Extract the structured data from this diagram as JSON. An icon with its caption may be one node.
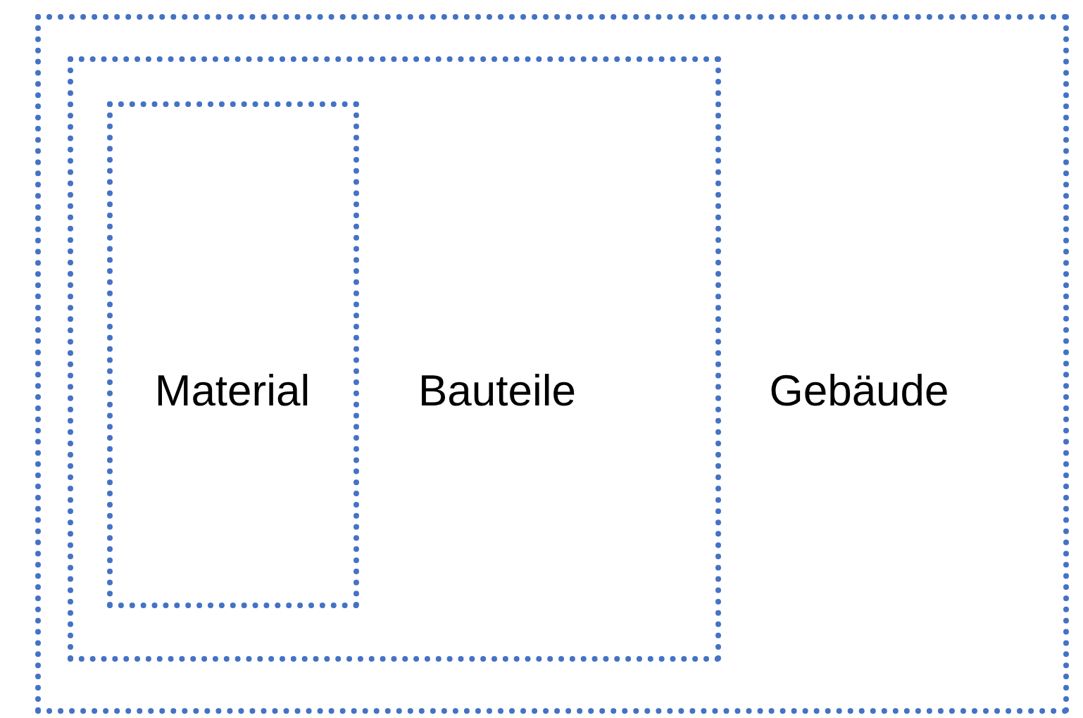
{
  "diagram": {
    "nodes": [
      {
        "text": [
          "Gebäude"
        ]
      },
      {
        "text": [
          "Bauteile"
        ],
        "in": 0
      },
      {
        "text": [
          "Material"
        ],
        "in": 1
      }
    ]
  }
}
